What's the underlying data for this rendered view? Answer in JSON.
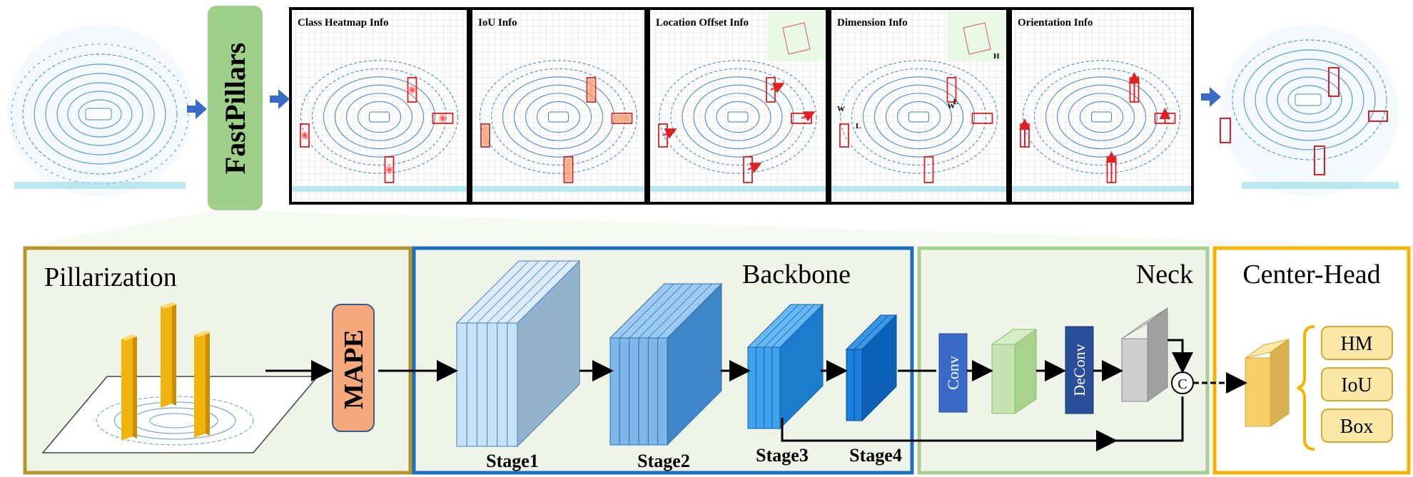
{
  "top": {
    "network_name": "FastPillars",
    "panels": [
      {
        "title": "Class Heatmap Info"
      },
      {
        "title": "IoU Info"
      },
      {
        "title": "Location Offset Info"
      },
      {
        "title": "Dimension Info"
      },
      {
        "title": "Orientation Info"
      }
    ],
    "dim_marks": {
      "w": "W",
      "l": "L",
      "h": "H"
    }
  },
  "pillarization": {
    "title": "Pillarization",
    "mape_label": "MAPE"
  },
  "backbone": {
    "title": "Backbone",
    "stages": [
      {
        "label": "Stage1"
      },
      {
        "label": "Stage2"
      },
      {
        "label": "Stage3"
      },
      {
        "label": "Stage4"
      }
    ]
  },
  "neck": {
    "title": "Neck",
    "conv_label": "Conv",
    "deconv_label": "DeConv",
    "concat_label": "C"
  },
  "head": {
    "title": "Center-Head",
    "outputs": [
      "HM",
      "IoU",
      "Box"
    ]
  },
  "colors": {
    "pillar_border": "#b8922a",
    "backbone_border": "#1a6fc0",
    "neck_border": "#a9cf8f",
    "head_border": "#f4b400",
    "panel_bg": "#eef5e8",
    "fastpillars_bg": "#9fd08a",
    "mape_bg": "#f4a87c",
    "conv_blue": "#3a6ac8",
    "deconv_blue": "#2a4f98",
    "box_red": "#e02020"
  }
}
